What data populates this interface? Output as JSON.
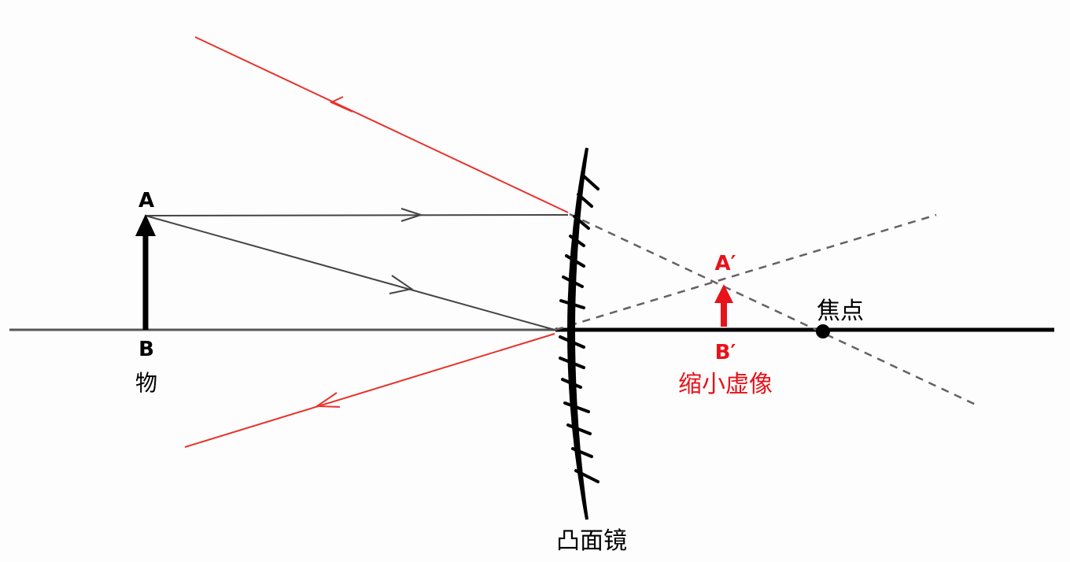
{
  "labels": {
    "object_top": "A",
    "object_bottom": "B",
    "object": "物",
    "image_top": "A′",
    "image_bottom": "B′",
    "image": "缩小虚像",
    "focus": "焦点",
    "mirror": "凸面镜"
  },
  "colors": {
    "reflected_ray": "#e8322c",
    "image_arrow": "#e8121a",
    "incident_ray": "#444444",
    "dashed_extension": "#666066",
    "axis": "#000000"
  }
}
